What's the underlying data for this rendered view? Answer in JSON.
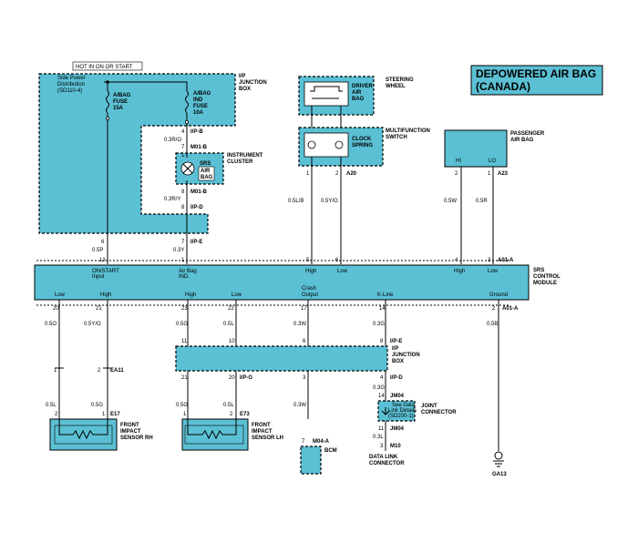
{
  "title": {
    "line1": "DEPOWERED AIR BAG",
    "line2": "(CANADA)"
  },
  "hot_label": "HOT IN ON OR START",
  "ip_junction_box": {
    "line1": "I/P",
    "line2": "JUNCTION",
    "line3": "BOX"
  },
  "side_power": {
    "line1": "Side Power",
    "line2": "Distribution",
    "line3": "(SD110-4)"
  },
  "fuse1": {
    "line1": "A/BAG",
    "line2": "FUSE",
    "line3": "15A"
  },
  "fuse2": {
    "line1": "A/BAG",
    "line2": "IND",
    "line3": "FUSE",
    "line4": "10A"
  },
  "instrument_cluster": {
    "line1": "INSTRUMENT",
    "line2": "CLUSTER"
  },
  "srs_lamp": {
    "line1": "SRS",
    "line2": "AIR",
    "line3": "BAG"
  },
  "steering_wheel": {
    "line1": "STEERING",
    "line2": "WHEEL"
  },
  "driver_airbag": {
    "line1": "DRIVER",
    "line2": "AIR",
    "line3": "BAG"
  },
  "multifunction_switch": {
    "line1": "MULTIFUNCTION",
    "line2": "SWITCH"
  },
  "clock_spring": {
    "line1": "CLOCK",
    "line2": "SPRING"
  },
  "passenger_airbag": {
    "line1": "PASSENGER",
    "line2": "AIR BAG",
    "hi": "HI",
    "lo": "LO"
  },
  "srs_module": {
    "line1": "SRS",
    "line2": "CONTROL",
    "line3": "MODULE",
    "top_pins": [
      {
        "l1": "ON/START",
        "l2": "Input"
      },
      {
        "l1": "Air Bag",
        "l2": "IND."
      },
      {
        "l1": "High",
        "l2": ""
      },
      {
        "l1": "Low",
        "l2": ""
      },
      {
        "l1": "High",
        "l2": ""
      },
      {
        "l1": "Low",
        "l2": ""
      }
    ],
    "bottom_pins": [
      {
        "l1": "Low",
        "l2": ""
      },
      {
        "l1": "High",
        "l2": ""
      },
      {
        "l1": "High",
        "l2": ""
      },
      {
        "l1": "Low",
        "l2": ""
      },
      {
        "l1": "Crash",
        "l2": "Output"
      },
      {
        "l1": "K-Line",
        "l2": ""
      },
      {
        "l1": "Ground",
        "l2": ""
      }
    ]
  },
  "ip_junction_box2": {
    "line1": "I/P",
    "line2": "JUNCTION",
    "line3": "BOX"
  },
  "joint_connector": {
    "line1": "JOINT",
    "line2": "CONNECTOR",
    "note1": "See Data",
    "note2": "Link Details",
    "note3": "(SD200-1)"
  },
  "data_link_connector": {
    "line1": "DATA LINK",
    "line2": "CONNECTOR"
  },
  "front_sensor_rh": {
    "line1": "FRONT",
    "line2": "IMPACT",
    "line3": "SENSOR RH"
  },
  "front_sensor_lh": {
    "line1": "FRONT",
    "line2": "IMPACT",
    "line3": "SENSOR LH"
  },
  "bcm": "BCM",
  "ground": "GA13",
  "connectors": {
    "ipb": "I/P-B",
    "m01b_top": "M01-B",
    "m01b_bot": "M01-B",
    "ipd_top": "I/P-D",
    "ipe_top": "I/P-E",
    "a20": "A20",
    "a23": "A23",
    "a01a_top": "A01-A",
    "a01a_bot": "A01-A",
    "ipe_mid": "I/P-E",
    "ipg": "I/P-G",
    "ipd_bot": "I/P-D",
    "jm04_top": "JM04",
    "jm04_bot": "JM04",
    "m10": "M10",
    "ea11": "EA11",
    "e17": "E17",
    "e73": "E73",
    "m04a": "M04-A"
  },
  "wires": {
    "w_03ro": "0.3R/O",
    "w_03ry": "0.3R/Y",
    "w_05p": "0.5P",
    "w_03y": "0.3Y",
    "w_05lb": "0.5L/B",
    "w_05yo": "0.5Y/O",
    "w_05w": "0.5W",
    "w_05r": "0.5R",
    "w_05o": "0.5O",
    "w_05yo2": "0.5Y/O",
    "w_05g1": "0.5G",
    "w_05l1": "0.5L",
    "w_03w1": "0.3W",
    "w_03g1": "0.3G",
    "w_05b": "0.5B",
    "w_05l_rh": "0.5L",
    "w_05g_rh": "0.5G",
    "w_05g_lh": "0.5G",
    "w_05l_lh": "0.5L",
    "w_03w2": "0.3W",
    "w_03g2": "0.3G",
    "w_03l": "0.3L"
  },
  "pins": {
    "p4": "4",
    "p7a": "7",
    "p1": "1",
    "p8a": "8",
    "p8b": "8",
    "p6": "6",
    "p13": "13",
    "p7b": "7",
    "p1b": "1",
    "p1sw": "1",
    "p2sw": "2",
    "p1cs": "1",
    "p2cs": "2",
    "p2pa": "2",
    "p1pa": "1",
    "p5": "5",
    "p6b": "6",
    "p4b": "4",
    "p3": "3",
    "p20": "20",
    "p21": "21",
    "p23": "23",
    "p22": "22",
    "p17": "17",
    "p14": "14",
    "p2": "2",
    "j11": "11",
    "j10": "10",
    "j6": "6",
    "j8": "8",
    "j21": "21",
    "j20": "20",
    "j3": "3",
    "j4": "4",
    "k14": "14",
    "k11": "11",
    "k3": "3",
    "ea1": "1",
    "ea2": "2",
    "e2": "2",
    "e1": "1",
    "e1b": "1",
    "e2b": "2",
    "b7": "7"
  }
}
